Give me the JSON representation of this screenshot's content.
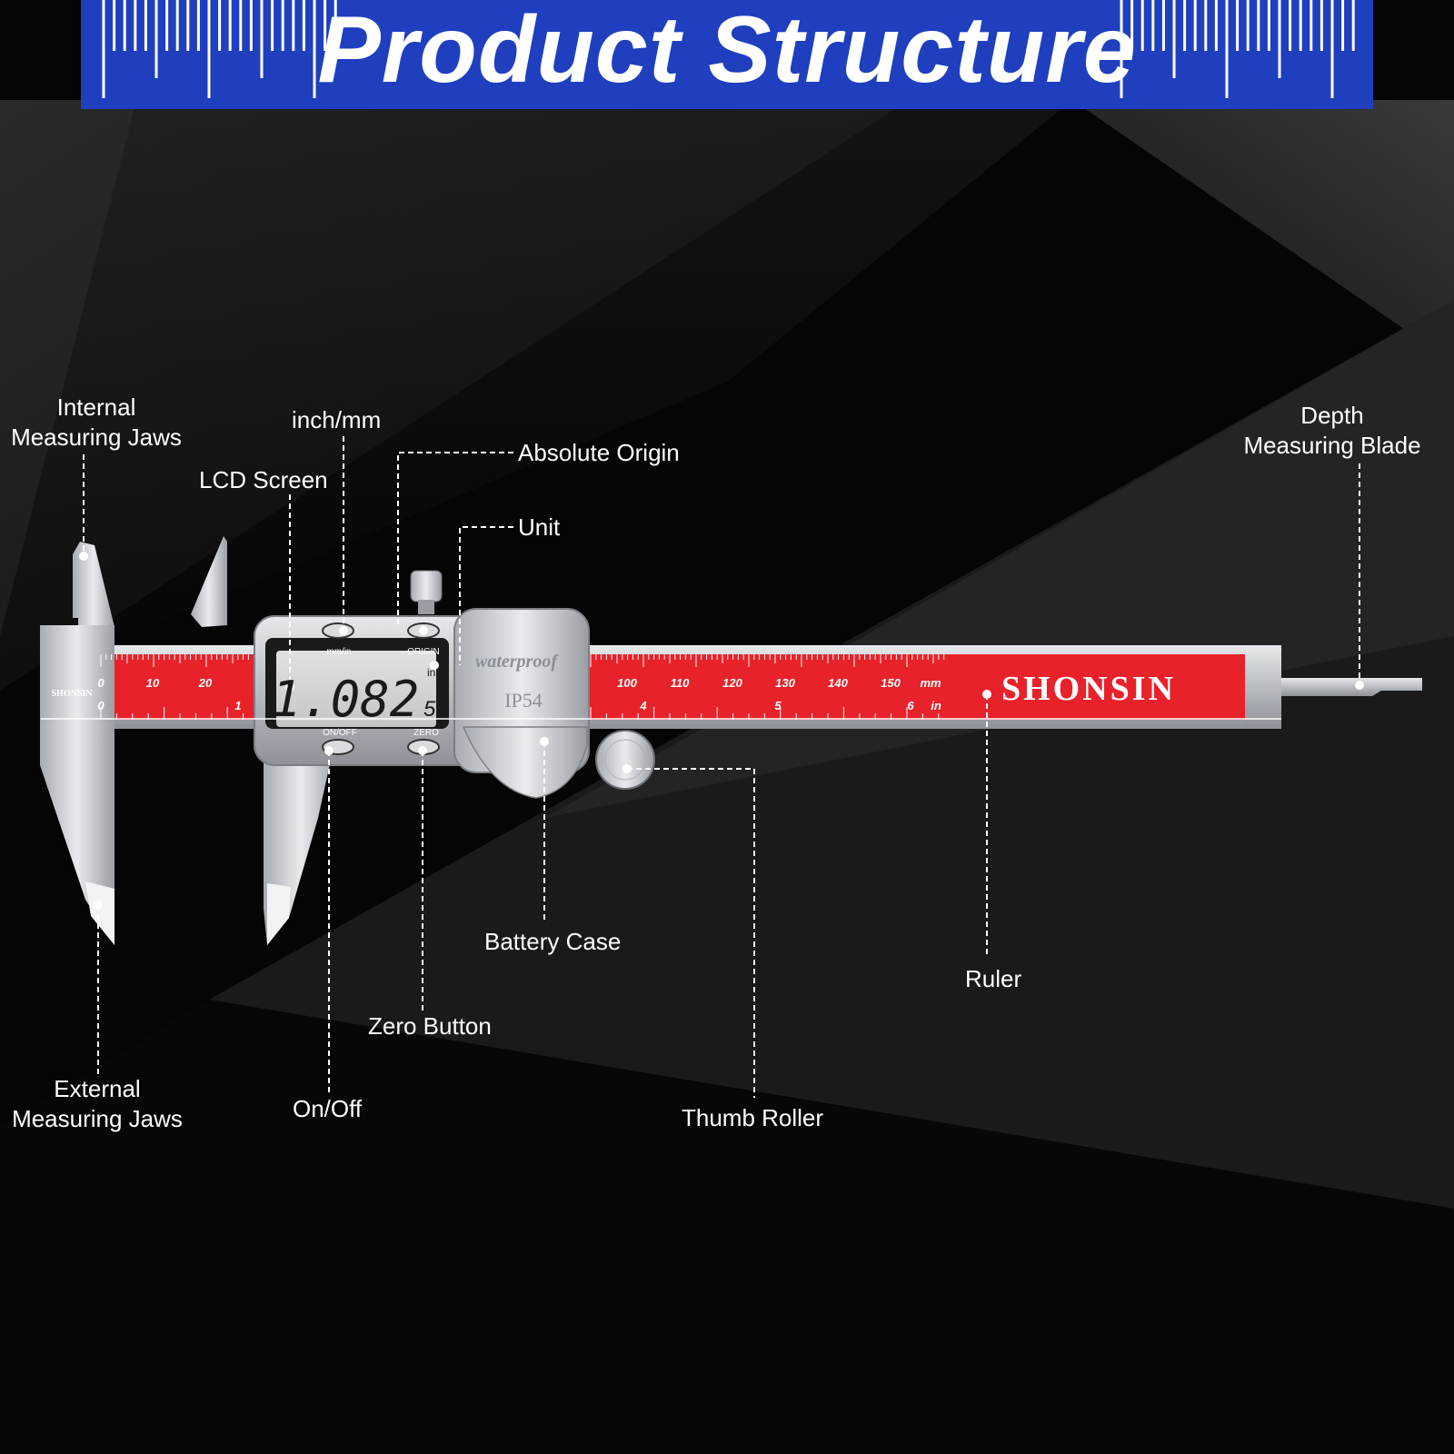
{
  "title": "Product Structure",
  "colors": {
    "banner": "#1f3fbf",
    "ruler_red": "#e8222a",
    "steel": "#c9ccd1",
    "background": "#050505"
  },
  "labels": {
    "internal_jaws": {
      "line1": "Internal",
      "line2": "Measuring Jaws"
    },
    "inch_mm": "inch/mm",
    "lcd_screen": "LCD Screen",
    "absolute_origin": "Absolute Origin",
    "unit": "Unit",
    "depth_blade": {
      "line1": "Depth",
      "line2": "Measuring Blade"
    },
    "battery_case": "Battery Case",
    "ruler": "Ruler",
    "zero_button": "Zero Button",
    "external_jaws": {
      "line1": "External",
      "line2": "Measuring Jaws"
    },
    "on_off": "On/Off",
    "thumb_roller": "Thumb Roller"
  },
  "caliper": {
    "brand": "SHONSIN",
    "small_brand": "SHONSIN",
    "display_value": "1.082",
    "display_unit_top": "in",
    "display_unit_bottom": "5",
    "btn_mm_in": "mm/in",
    "btn_origin": "ORIGIN",
    "btn_on_off": "ON/OFF",
    "btn_zero": "ZERO",
    "waterproof": "waterproof",
    "ip_rating": "IP54",
    "scale_mm": [
      "10",
      "20",
      "100",
      "110",
      "120",
      "130",
      "140",
      "150"
    ],
    "scale_in": [
      "1",
      "4",
      "5",
      "6"
    ],
    "scale_zero_mm": "0",
    "scale_zero_in": "0",
    "unit_mm": "mm",
    "unit_in": "in"
  }
}
